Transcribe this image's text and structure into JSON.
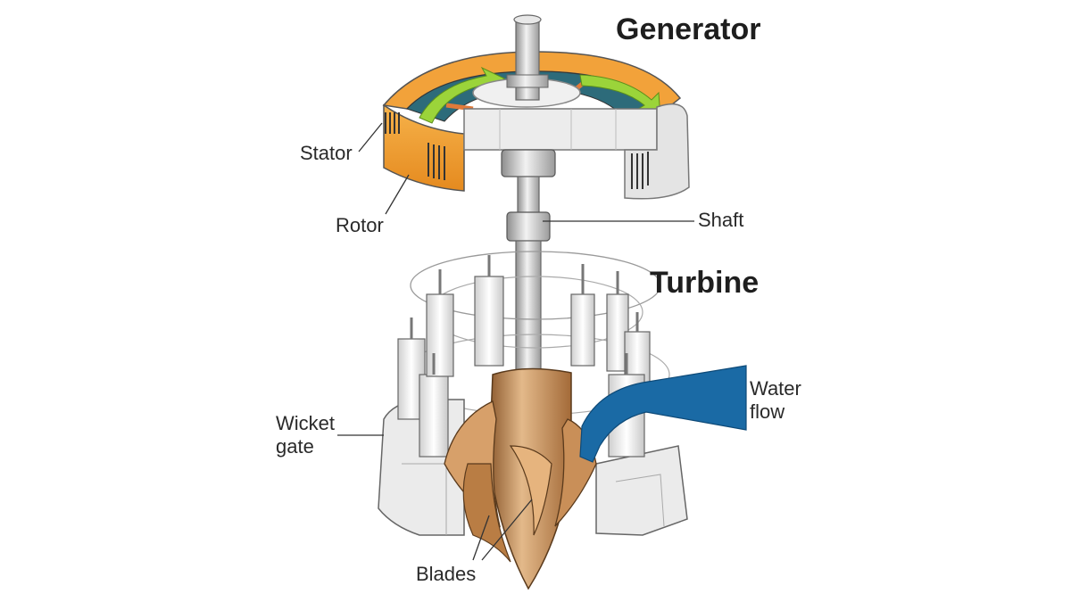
{
  "headings": {
    "generator": "Generator",
    "turbine": "Turbine"
  },
  "labels": {
    "stator": "Stator",
    "rotor": "Rotor",
    "shaft": "Shaft",
    "water_flow_line1": "Water",
    "water_flow_line2": "flow",
    "wicket_gate_line1": "Wicket",
    "wicket_gate_line2": "gate",
    "blades": "Blades"
  },
  "colors": {
    "stator_orange": "#f2a23a",
    "rotor_teal": "#2d6b7a",
    "rotation_arrow_green": "#9bd43a",
    "runner_bronze": "#c08a55",
    "water_flow_blue": "#1a6aa5",
    "housing_gray": "#e6e6e6",
    "shaft_gray": "#b8b8b8"
  }
}
